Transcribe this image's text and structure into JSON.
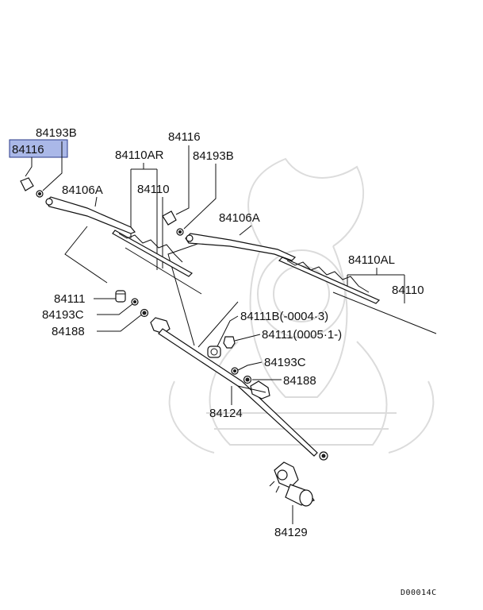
{
  "diagram_code": "D00014C",
  "highlight_color": "#aab8e8",
  "watermark_icon": "samurai-helmet-icon",
  "labels": {
    "p84193B_left": "84193B",
    "p84116_left": "84116",
    "p84116_top": "84116",
    "p84110AR": "84110AR",
    "p84193B_right": "84193B",
    "p84106A_left": "84106A",
    "p84110_left": "84110",
    "p84106A_right": "84106A",
    "p84110AL": "84110AL",
    "p84110_right": "84110",
    "p84111": "84111",
    "p84193C_left": "84193C",
    "p84188_left": "84188",
    "p84111B": "84111B(-0004·3)",
    "p84111_range": "84111(0005·1-)",
    "p84193C_right": "84193C",
    "p84188_right": "84188",
    "p84124": "84124",
    "p84129": "84129"
  }
}
